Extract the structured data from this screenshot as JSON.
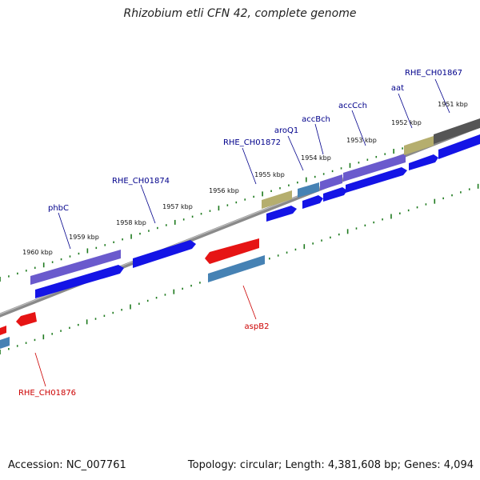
{
  "title": "Rhizobium etli CFN 42, complete genome",
  "footer": {
    "accession": "Accession: NC_007761",
    "summary": "Topology: circular; Length: 4,381,608 bp; Genes: 4,094"
  },
  "colors": {
    "backbone": "#8a8a8a",
    "tick": "#1e7a1e",
    "label_forward": "#00008b",
    "label_reverse": "#cc0000",
    "cds": "#1414e6",
    "gene_purple": "#6a5acd",
    "gene_olive": "#b5ae6e",
    "gene_steel": "#4682b4",
    "gene_red": "#e61414",
    "gene_gray": "#555555"
  },
  "scale_labels": [
    "1951 kbp",
    "1952 kbp",
    "1953 kbp",
    "1954 kbp",
    "1955 kbp",
    "1956 kbp",
    "1957 kbp",
    "1958 kbp",
    "1959 kbp",
    "1960 kbp"
  ],
  "gene_labels": {
    "forward": [
      "RHE_CH01867",
      "aat",
      "accCch",
      "accBch",
      "aroQ1",
      "RHE_CH01872",
      "RHE_CH01874",
      "phbC"
    ],
    "reverse": [
      "aspB2",
      "RHE_CH01876"
    ]
  }
}
